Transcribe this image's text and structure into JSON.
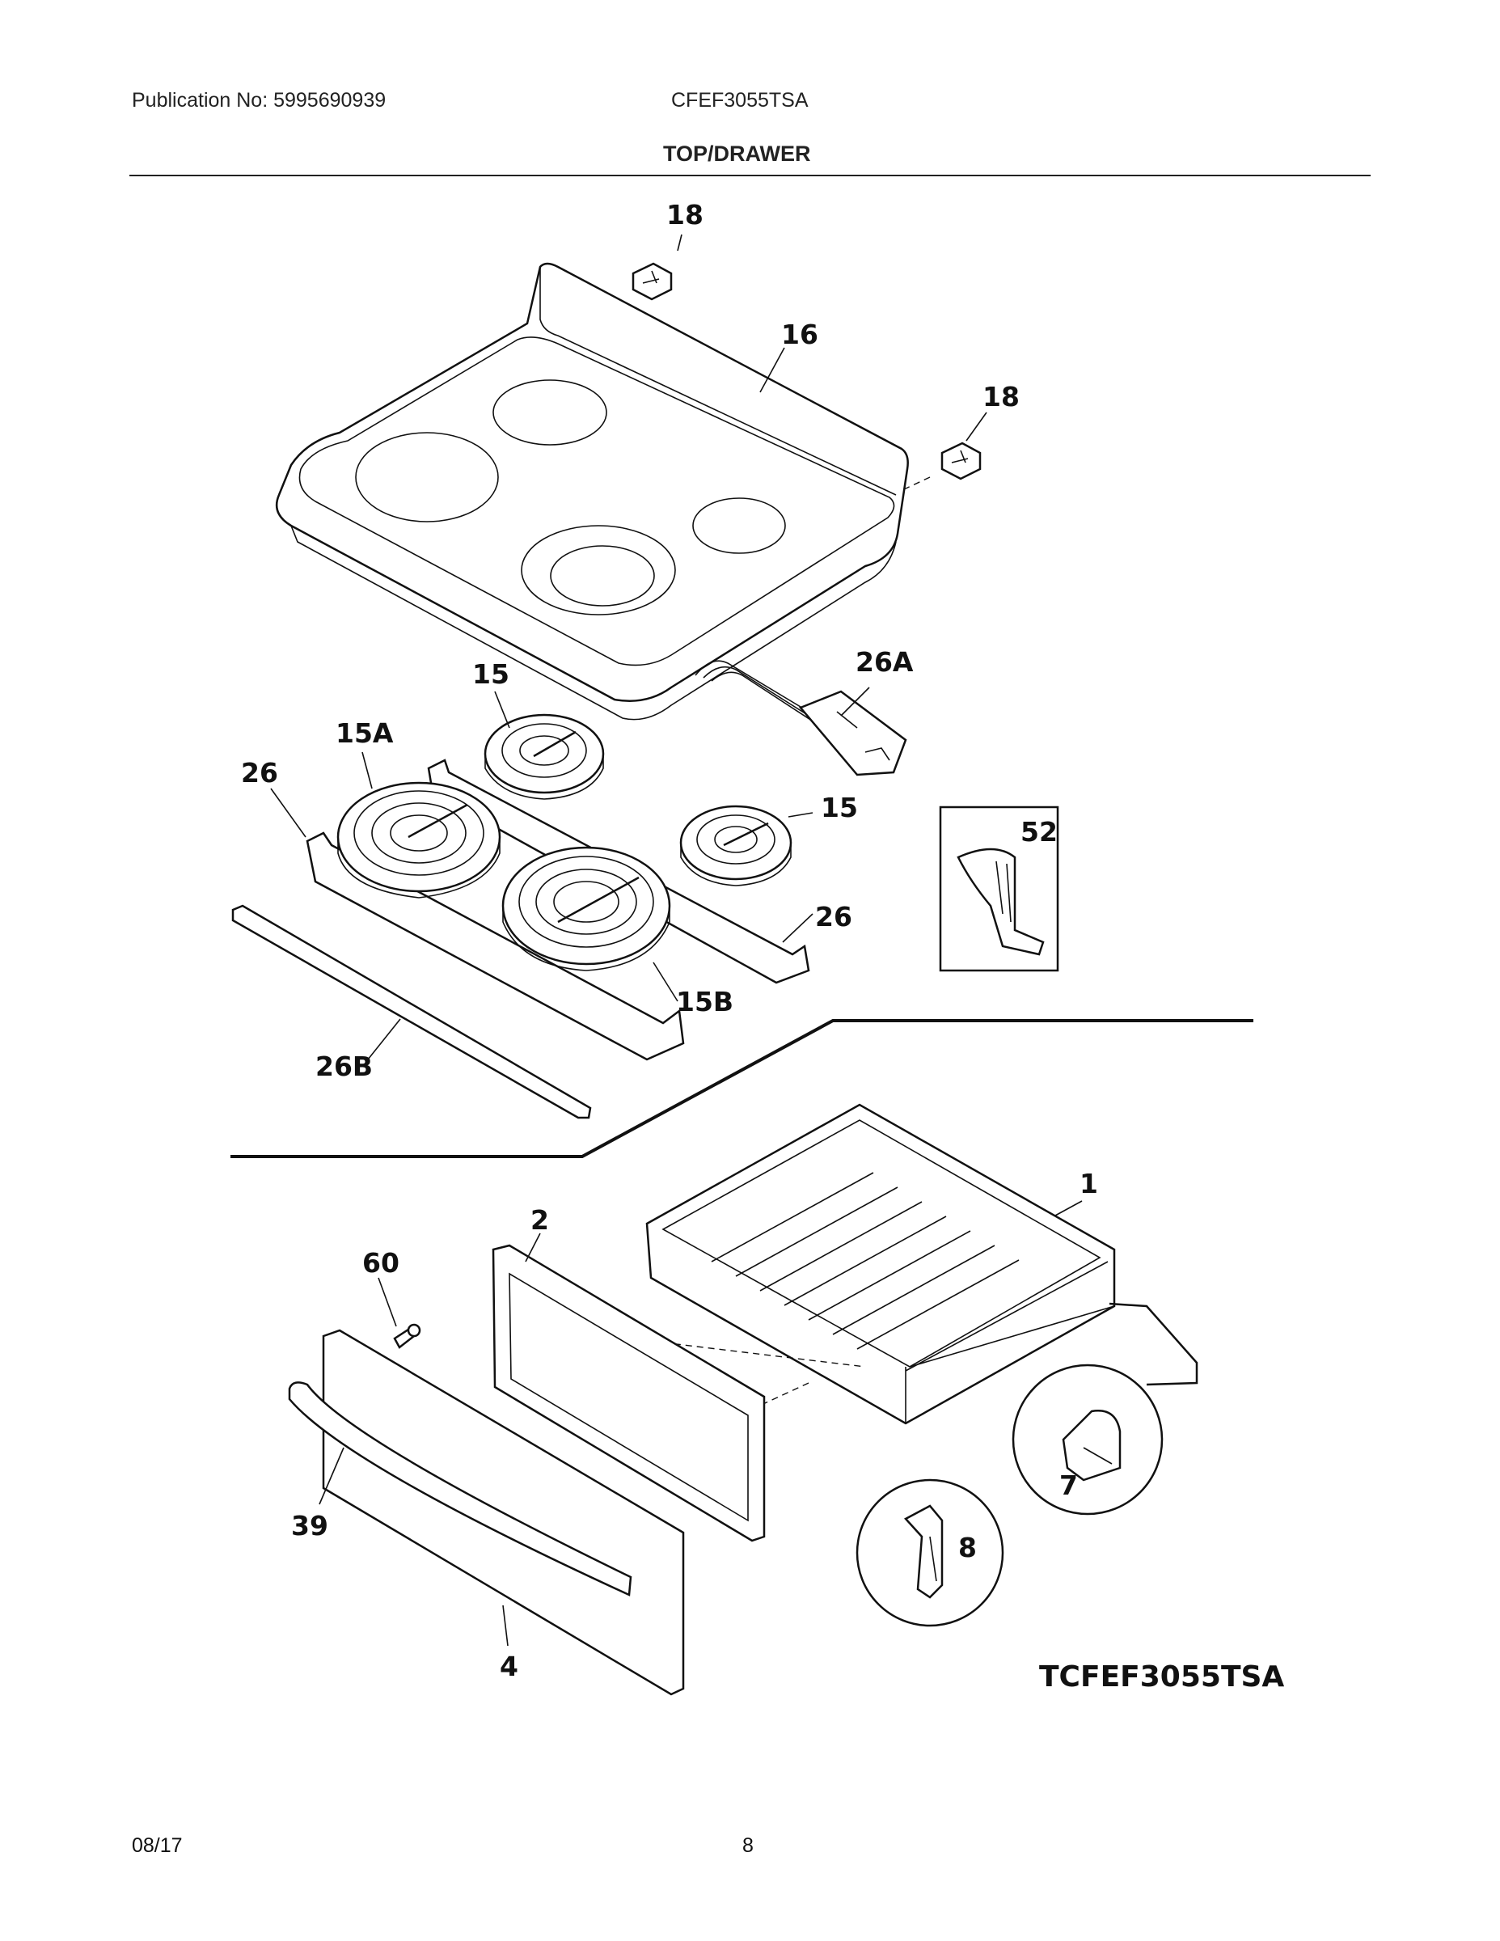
{
  "header": {
    "publication": "Publication No: 5995690939",
    "model": "CFEF3055TSA",
    "section_title": "TOP/DRAWER"
  },
  "footer": {
    "date": "08/17",
    "page_number": "8"
  },
  "diagram": {
    "drawing_code": "TCFEF3055TSA",
    "callouts": {
      "c18a": "18",
      "c16": "16",
      "c18b": "18",
      "c26A": "26A",
      "c15a": "15",
      "c15A": "15A",
      "c26a": "26",
      "c15b": "15",
      "c52": "52",
      "c26b": "26",
      "c15B": "15B",
      "c26B": "26B",
      "c1": "1",
      "c2": "2",
      "c60": "60",
      "c7": "7",
      "c8": "8",
      "c39": "39",
      "c4": "4"
    }
  }
}
